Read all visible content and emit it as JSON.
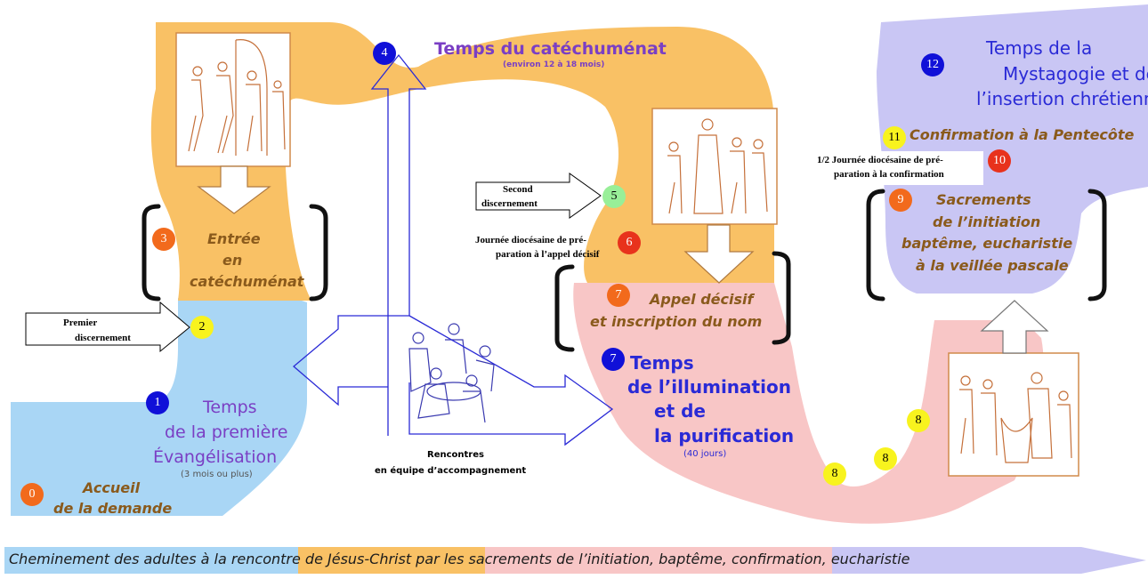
{
  "colors": {
    "blue_zone": "#a9d6f5",
    "orange_zone": "#f9c165",
    "pink_zone": "#f8c6c6",
    "purple_zone": "#c9c6f4",
    "navy_badge": "#1010d8",
    "orange_badge": "#f26a1c",
    "yellow_badge": "#f8f31e",
    "green_badge": "#98ef98",
    "red_badge": "#e8321c"
  },
  "periods": {
    "catechumenat_title": "Temps du catéchuménat",
    "catechumenat_duration": "(environ 12 à 18 mois)",
    "evangelisation_title_1": "Temps",
    "evangelisation_title_2": "de la première",
    "evangelisation_title_3": "Évangélisation",
    "evangelisation_duration": "(3 mois ou plus)",
    "illumination_title_1": "Temps",
    "illumination_title_2": "de l’illumination",
    "illumination_title_3": "et de",
    "illumination_title_4": "la purification",
    "illumination_duration": "(40 jours)",
    "mystagogie_title_1": "Temps de la",
    "mystagogie_title_2": "Mystagogie et de",
    "mystagogie_title_3": "l’insertion chrétienne"
  },
  "steps": {
    "accueil_1": "Accueil",
    "accueil_2": "de la demande",
    "entree_1": "Entrée",
    "entree_2": "en",
    "entree_3": "catéchuménat",
    "appel_1": "Appel décisif",
    "appel_2": "et inscription du nom",
    "confirmation": "Confirmation à la Pentecôte",
    "sacrements_1": "Sacrements",
    "sacrements_2": "de l’initiation",
    "sacrements_3": "baptême, eucharistie",
    "sacrements_4": "à la veillée pascale"
  },
  "boxes": {
    "premier_1": "Premier",
    "premier_2": "discernement",
    "second_1": "Second",
    "second_2": "discernement",
    "journee_appel_1": "Journée diocésaine de pré-",
    "journee_appel_2": "paration à l’appel décisif",
    "journee_conf_1": "1/2 Journée diocésaine de pré-",
    "journee_conf_2": "paration à la confirmation",
    "rencontres_1": "Rencontres",
    "rencontres_2": "en équipe d’accompagnement"
  },
  "badges": [
    "0",
    "1",
    "2",
    "3",
    "4",
    "5",
    "6",
    "7",
    "7",
    "8",
    "8",
    "8",
    "9",
    "10",
    "11",
    "12"
  ],
  "bottom_banner": {
    "seg1": "Cheminement des adultes à la ren",
    "seg2": "contre de Jésus-Christ",
    "seg3": " par les sacrements de l’initiation, baptême,",
    "seg4": " confirmation, eucharistie"
  }
}
